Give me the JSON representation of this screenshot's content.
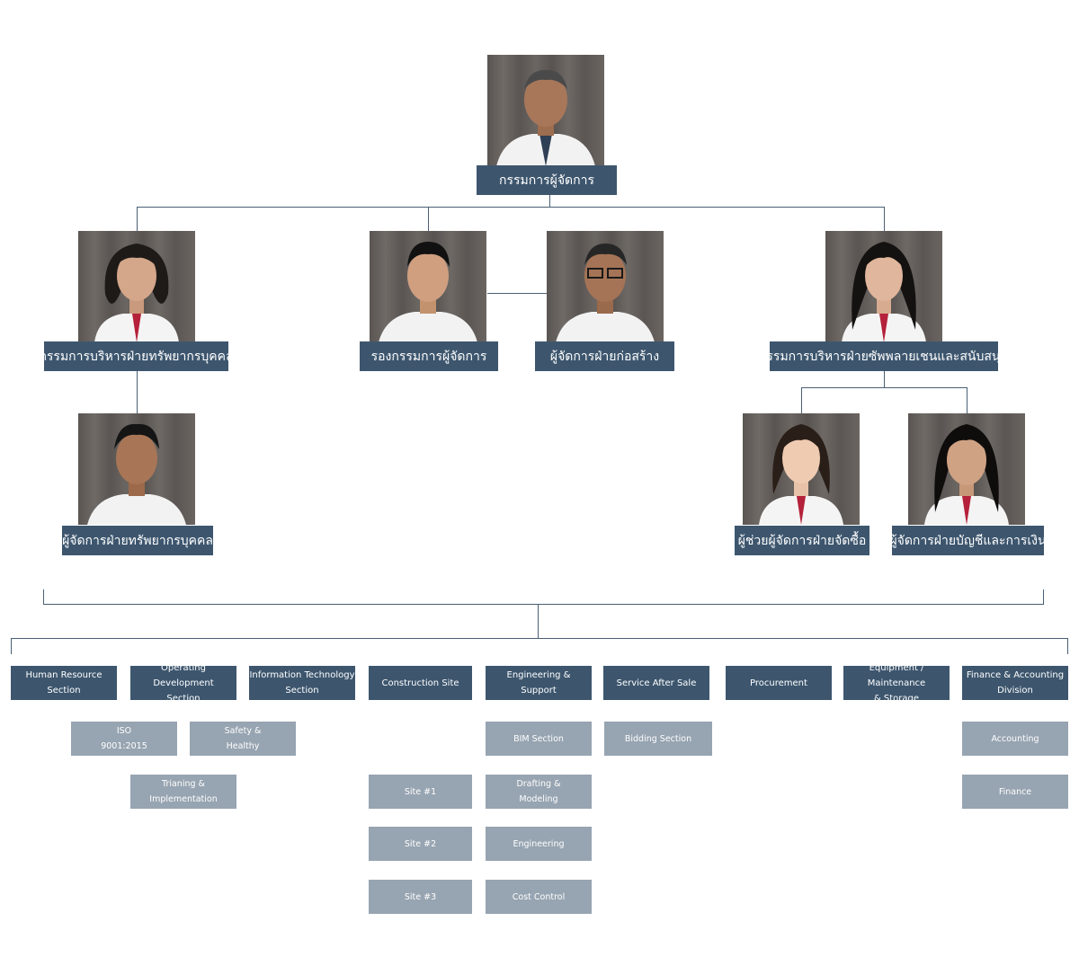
{
  "colors": {
    "dark_box": "#3d566e",
    "light_box": "#97a4b1",
    "line": "#4a5f74"
  },
  "executives": {
    "md": "กรรมการผู้จัดการ",
    "hr_director": "กรรมการบริหารฝ่ายทรัพยากรบุคคล",
    "deputy_md": "รองกรรมการผู้จัดการ",
    "construction_manager": "ผู้จัดการฝ่ายก่อสร้าง",
    "supply_director": "กรรมการบริหารฝ่ายซัพพลายเชนและสนับสนุน",
    "hr_manager": "ผู้จัดการฝ่ายทรัพยากรบุคคล",
    "procurement_asst": "ผู้ช่วยผู้จัดการฝ่ายจัดซื้อ",
    "finance_manager": "ผู้จัดการฝ่ายบัญชีและการเงิน"
  },
  "sections": {
    "hr": "Human Resource\nSection",
    "opdev": "Operating Development\nSection",
    "it": "Information Technology\nSection",
    "construction": "Construction Site",
    "engineering": "Engineering  &\nSupport",
    "service": "Service After Sale",
    "procurement": "Procurement",
    "equipment": "Equipment / Maintenance\n& Storage",
    "finance": "Finance  &  Accounting\nDivision"
  },
  "subsections": {
    "iso": "ISO\n9001:2015",
    "safety": "Safety  &\nHealthy",
    "training": "Trianing  &\nImplementation",
    "site1": "Site  #1",
    "site2": "Site  #2",
    "site3": "Site  #3",
    "bim": "BIM  Section",
    "drafting": "Drafting  &\nModeling",
    "engineering": "Engineering",
    "cost": "Cost  Control",
    "bidding": "Bidding  Section",
    "accounting": "Accounting",
    "finance": "Finance"
  }
}
